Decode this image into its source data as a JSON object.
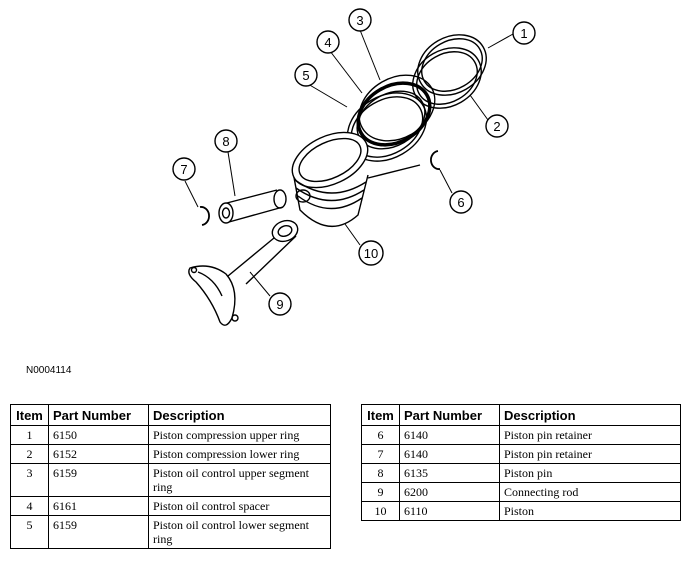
{
  "figure_code": "N0004114",
  "callouts": [
    "1",
    "2",
    "3",
    "4",
    "5",
    "6",
    "7",
    "8",
    "9",
    "10"
  ],
  "table_headers": {
    "item": "Item",
    "part_number": "Part Number",
    "description": "Description"
  },
  "table_left": [
    {
      "item": "1",
      "part": "6150",
      "desc": "Piston compression upper ring"
    },
    {
      "item": "2",
      "part": "6152",
      "desc": "Piston compression lower ring"
    },
    {
      "item": "3",
      "part": "6159",
      "desc": "Piston oil control upper segment ring"
    },
    {
      "item": "4",
      "part": "6161",
      "desc": "Piston oil control spacer"
    },
    {
      "item": "5",
      "part": "6159",
      "desc": "Piston oil control lower segment ring"
    }
  ],
  "table_right": [
    {
      "item": "6",
      "part": "6140",
      "desc": "Piston pin retainer"
    },
    {
      "item": "7",
      "part": "6140",
      "desc": "Piston pin retainer"
    },
    {
      "item": "8",
      "part": "6135",
      "desc": "Piston pin"
    },
    {
      "item": "9",
      "part": "6200",
      "desc": "Connecting rod"
    },
    {
      "item": "10",
      "part": "6110",
      "desc": "Piston"
    }
  ]
}
